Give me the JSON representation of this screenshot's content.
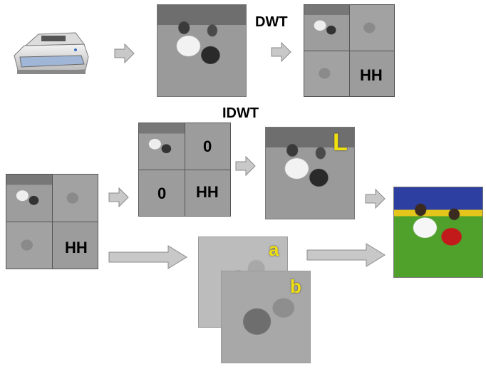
{
  "labels": {
    "dwt": "DWT",
    "idwt": "IDWT",
    "hh_top": "HH",
    "zero_top": "0",
    "zero_left": "0",
    "hh_mid": "HH",
    "hh_left": "HH",
    "watermark_L": "L",
    "label_a": "a",
    "label_b": "b"
  },
  "colors": {
    "arrow_fill": "#c8c8c8",
    "arrow_stroke": "#8a8a8a",
    "watermark_yellow": "#f0e010"
  },
  "icons": {
    "scanner": "scanner-icon",
    "arrow": "right-arrow-icon"
  }
}
